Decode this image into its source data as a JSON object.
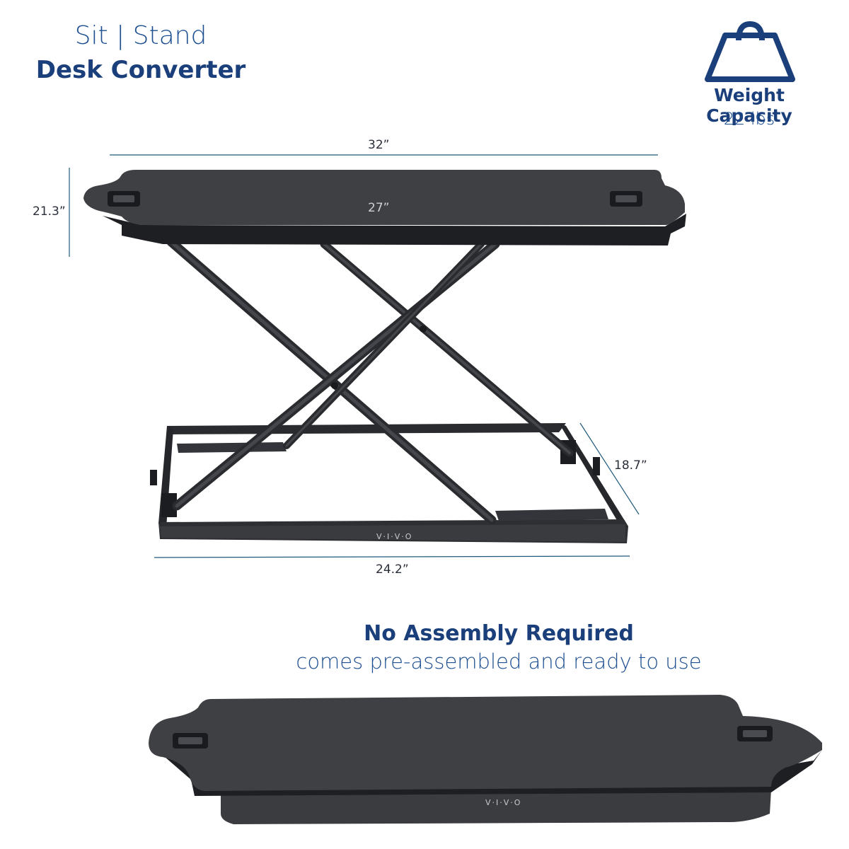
{
  "header": {
    "title_light": "Sit | Stand",
    "title_bold": "Desk Converter"
  },
  "weight": {
    "icon": "weight-icon",
    "label": "Weight Capacity",
    "value": "22 lbs"
  },
  "dimensions": {
    "width_top": "32”",
    "width_inner": "27”",
    "height": "21.3”",
    "depth": "18.7”",
    "base_width": "24.2”"
  },
  "brand": {
    "logo_text": "V·I·V·O"
  },
  "assembly": {
    "title": "No Assembly Required",
    "subtitle": "comes pre-assembled and ready to use"
  },
  "colors": {
    "brand_dark": "#1a3f7a",
    "brand_light": "#1d4f91",
    "dim_line": "#1f5a7a",
    "desk_top": "#3f4044",
    "desk_edge": "#1e1f22",
    "frame": "#26272a"
  }
}
